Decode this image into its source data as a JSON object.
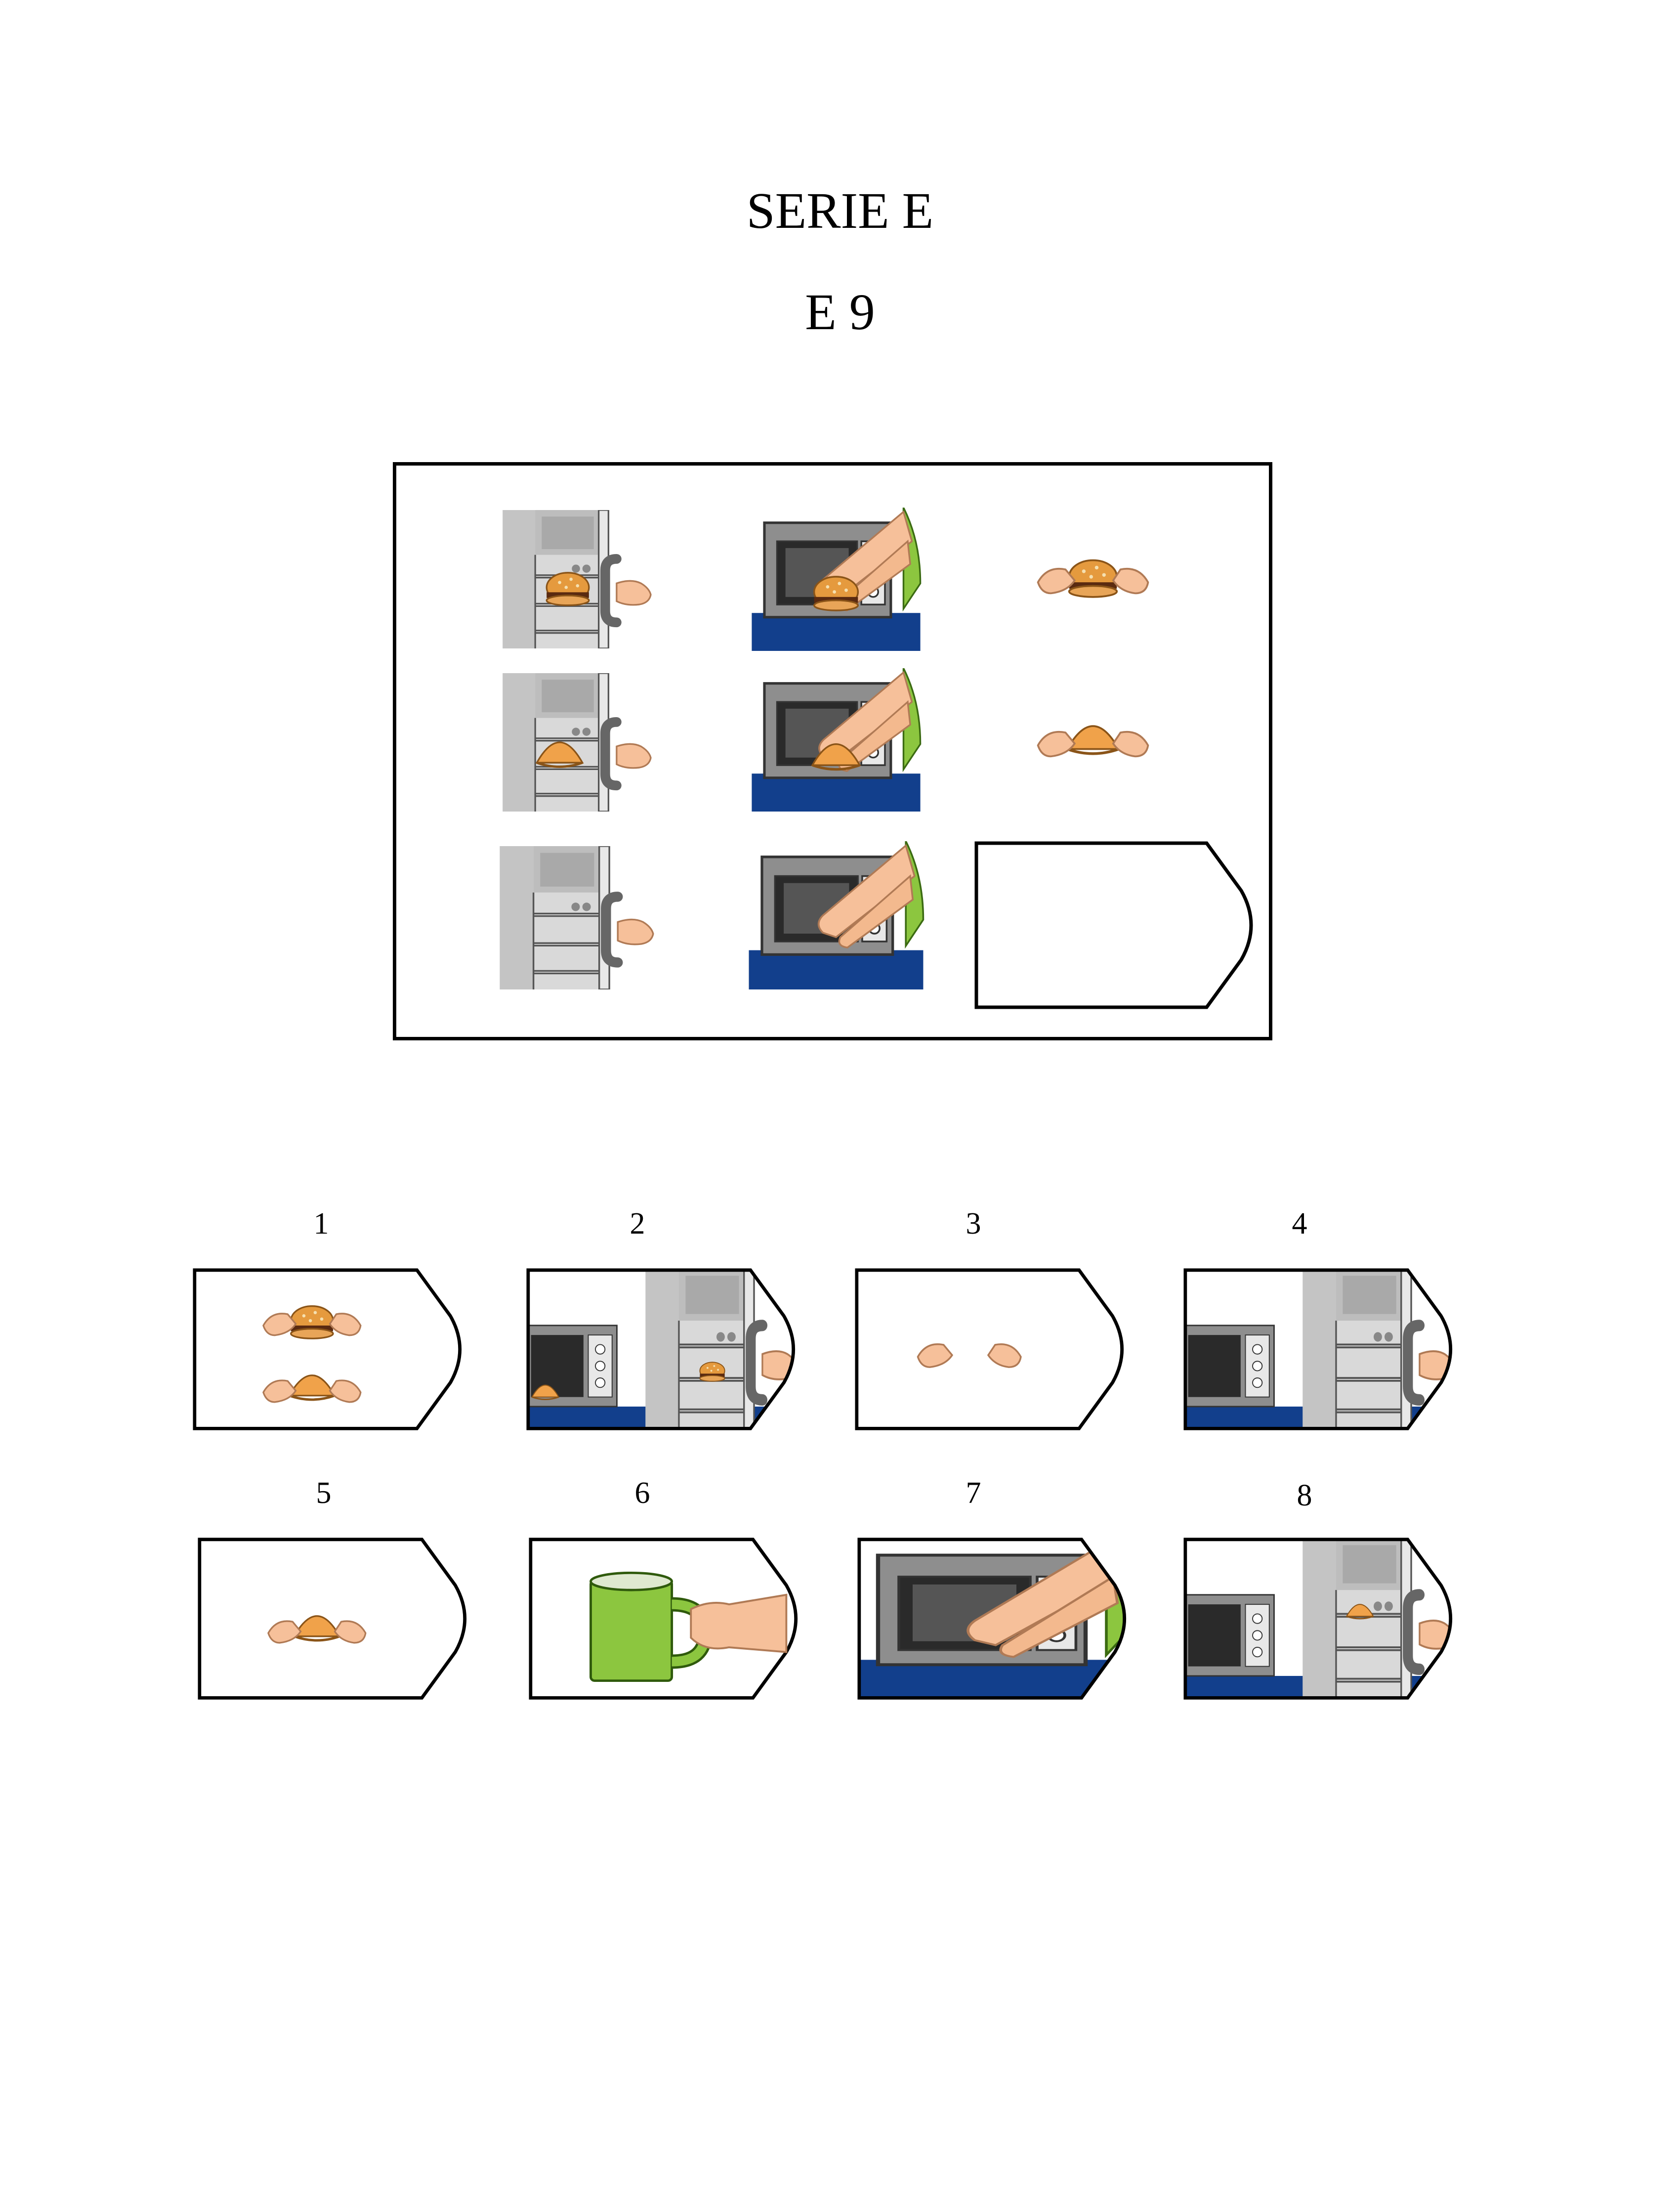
{
  "header": {
    "series": "SERIE E",
    "item": "E 9"
  },
  "matrix": {
    "rows": [
      [
        "fridge-with-burger",
        "microwave-hands-burger",
        "hands-holding-burger"
      ],
      [
        "fridge-with-empanada",
        "microwave-hands-empanada",
        "hands-holding-empanada"
      ],
      [
        "fridge-empty",
        "microwave-hands-empty",
        "answer-slot"
      ]
    ]
  },
  "options": [
    {
      "label": "1",
      "content": "hands-burger-and-empanada"
    },
    {
      "label": "2",
      "content": "microwave-and-fridge-with-burger"
    },
    {
      "label": "3",
      "content": "empty-hands"
    },
    {
      "label": "4",
      "content": "microwave-and-empty-fridge"
    },
    {
      "label": "5",
      "content": "hands-holding-empanada"
    },
    {
      "label": "6",
      "content": "hand-holding-green-mug"
    },
    {
      "label": "7",
      "content": "microwave-hands-empty"
    },
    {
      "label": "8",
      "content": "microwave-and-fridge-with-empanada"
    }
  ],
  "colors": {
    "burger": "#e59a3e",
    "empanada": "#f0a24a",
    "skin": "#f6c09a",
    "sleeve": "#8cc63f",
    "table": "#123f8c",
    "mug": "#8cc63f"
  }
}
